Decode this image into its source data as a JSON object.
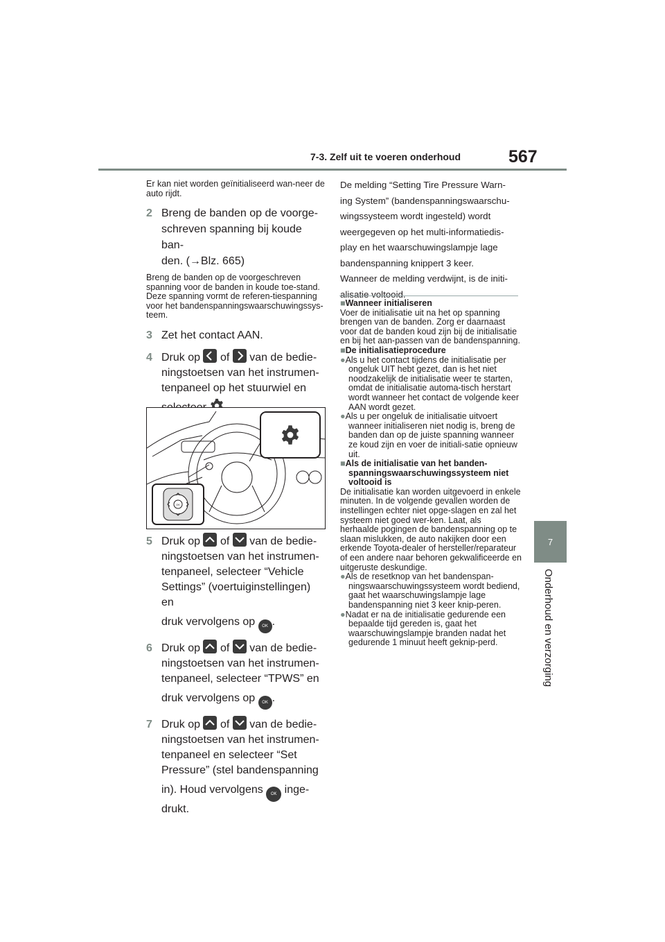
{
  "header": {
    "section": "7-3. Zelf uit te voeren onderhoud",
    "page": "567"
  },
  "side_tab": {
    "number": "7",
    "label": "Onderhoud en verzorging"
  },
  "left": {
    "intro": "Er kan niet worden geïnitialiseerd wan-neer de auto rijdt.",
    "step2_num": "2",
    "step2_l1": "Breng de banden op de voorge-",
    "step2_l2": "schreven spanning bij koude ban-",
    "step2_l3": "den. (→Blz. 665)",
    "step2_note": "Breng de banden op de voorgeschreven spanning voor de banden in koude toe-stand. Deze spanning vormt de referen-tiespanning voor het bandenspanningswaarschuwingssys-teem.",
    "step3_num": "3",
    "step3": "Zet het contact AAN.",
    "step4_num": "4",
    "step4_a": "Druk op",
    "step4_of": "of",
    "step4_b": "van de bedie-",
    "step4_l2": "ningstoetsen van het instrumen-",
    "step4_l3": "tenpaneel op het stuurwiel en",
    "step4_l4": "selecteer",
    "step5_num": "5",
    "step5_a": "Druk op",
    "step5_of": "of",
    "step5_b": "van de bedie-",
    "step5_l2": "ningstoetsen van het instrumen-",
    "step5_l3": "tenpaneel, selecteer “Vehicle",
    "step5_l4": "Settings” (voertuiginstellingen) en",
    "step5_l5": "druk vervolgens op",
    "step6_num": "6",
    "step6_a": "Druk op",
    "step6_of": "of",
    "step6_b": "van de bedie-",
    "step6_l2": "ningstoetsen van het instrumen-",
    "step6_l3": "tenpaneel, selecteer “TPWS” en",
    "step6_l4": "druk vervolgens op",
    "step7_num": "7",
    "step7_a": "Druk op",
    "step7_of": "of",
    "step7_b": "van de bedie-",
    "step7_l2": "ningstoetsen van het instrumen-",
    "step7_l3": "tenpaneel en selecteer “Set",
    "step7_l4": "Pressure” (stel bandenspanning",
    "step7_l5a": "in). Houd vervolgens",
    "step7_l5b": "inge-",
    "step7_l6": "drukt.",
    "ok_label": "OK"
  },
  "right": {
    "p1": [
      "De melding “Setting Tire Pressure Warn-",
      "ing System” (bandenspanningswaarschu-",
      "wingssysteem wordt ingesteld) wordt",
      "weergegeven op het multi-informatiedis-",
      "play en het waarschuwingslampje lage",
      "bandenspanning knippert 3 keer.",
      "Wanneer de melding verdwijnt, is de initi-",
      "alisatie voltooid."
    ],
    "h1": "Wanneer initialiseren",
    "h1_text": "Voer de initialisatie uit na het op spanning brengen van de banden. Zorg er daarnaast voor dat de banden koud zijn bij de initialisatie en bij het aan-passen van de bandenspanning.",
    "h2": "De initialisatieprocedure",
    "b1": "Als u het contact tijdens de initialisatie per ongeluk UIT hebt gezet, dan is het niet noodzakelijk de initialisatie weer te starten, omdat de initialisatie automa-tisch herstart wordt wanneer het contact de volgende keer AAN wordt gezet.",
    "b2": "Als u per ongeluk de initialisatie uitvoert wanneer initialiseren niet nodig is, breng de banden dan op de juiste spanning wanneer ze koud zijn en voer de initiali-satie opnieuw uit.",
    "h3": "Als de initialisatie van het banden-spanningswaarschuwingssysteem niet voltooid is",
    "h3_text": "De initialisatie kan worden uitgevoerd in enkele minuten. In de volgende gevallen worden de instellingen echter niet opge-slagen en zal het systeem niet goed wer-ken. Laat, als herhaalde pogingen de bandenspanning op te slaan mislukken, de auto nakijken door een erkende Toyota-dealer of hersteller/reparateur of een andere naar behoren gekwalificeerde en uitgeruste deskundige.",
    "b3": "Als de resetknop van het bandenspan-ningswaarschuwingssysteem wordt bediend, gaat het waarschuwingslampje lage bandenspanning niet 3 keer knip-peren.",
    "b4": "Nadat er na de initialisatie gedurende een bepaalde tijd gereden is, gaat het waarschuwingslampje branden nadat het gedurende 1 minuut heeft geknip-perd."
  },
  "colors": {
    "accent": "#7f8c86",
    "text": "#231f20",
    "button": "#3a3a3a"
  },
  "icons": [
    "chevron-left-icon",
    "chevron-right-icon",
    "chevron-up-icon",
    "chevron-down-icon",
    "gear-icon",
    "ok-button-icon"
  ]
}
